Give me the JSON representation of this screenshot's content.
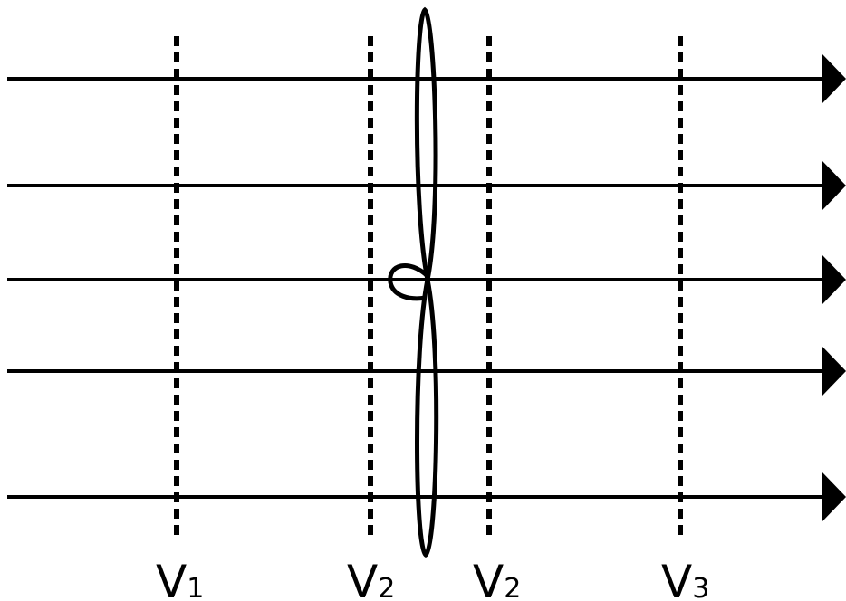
{
  "diagram": {
    "streamline_count": 5,
    "planes": [
      {
        "symbol": "V",
        "subscript": "1"
      },
      {
        "symbol": "V",
        "subscript": "2"
      },
      {
        "symbol": "V",
        "subscript": "2"
      },
      {
        "symbol": "V",
        "subscript": "3"
      }
    ],
    "colors": {
      "ink": "#000000",
      "background": "#ffffff"
    }
  }
}
